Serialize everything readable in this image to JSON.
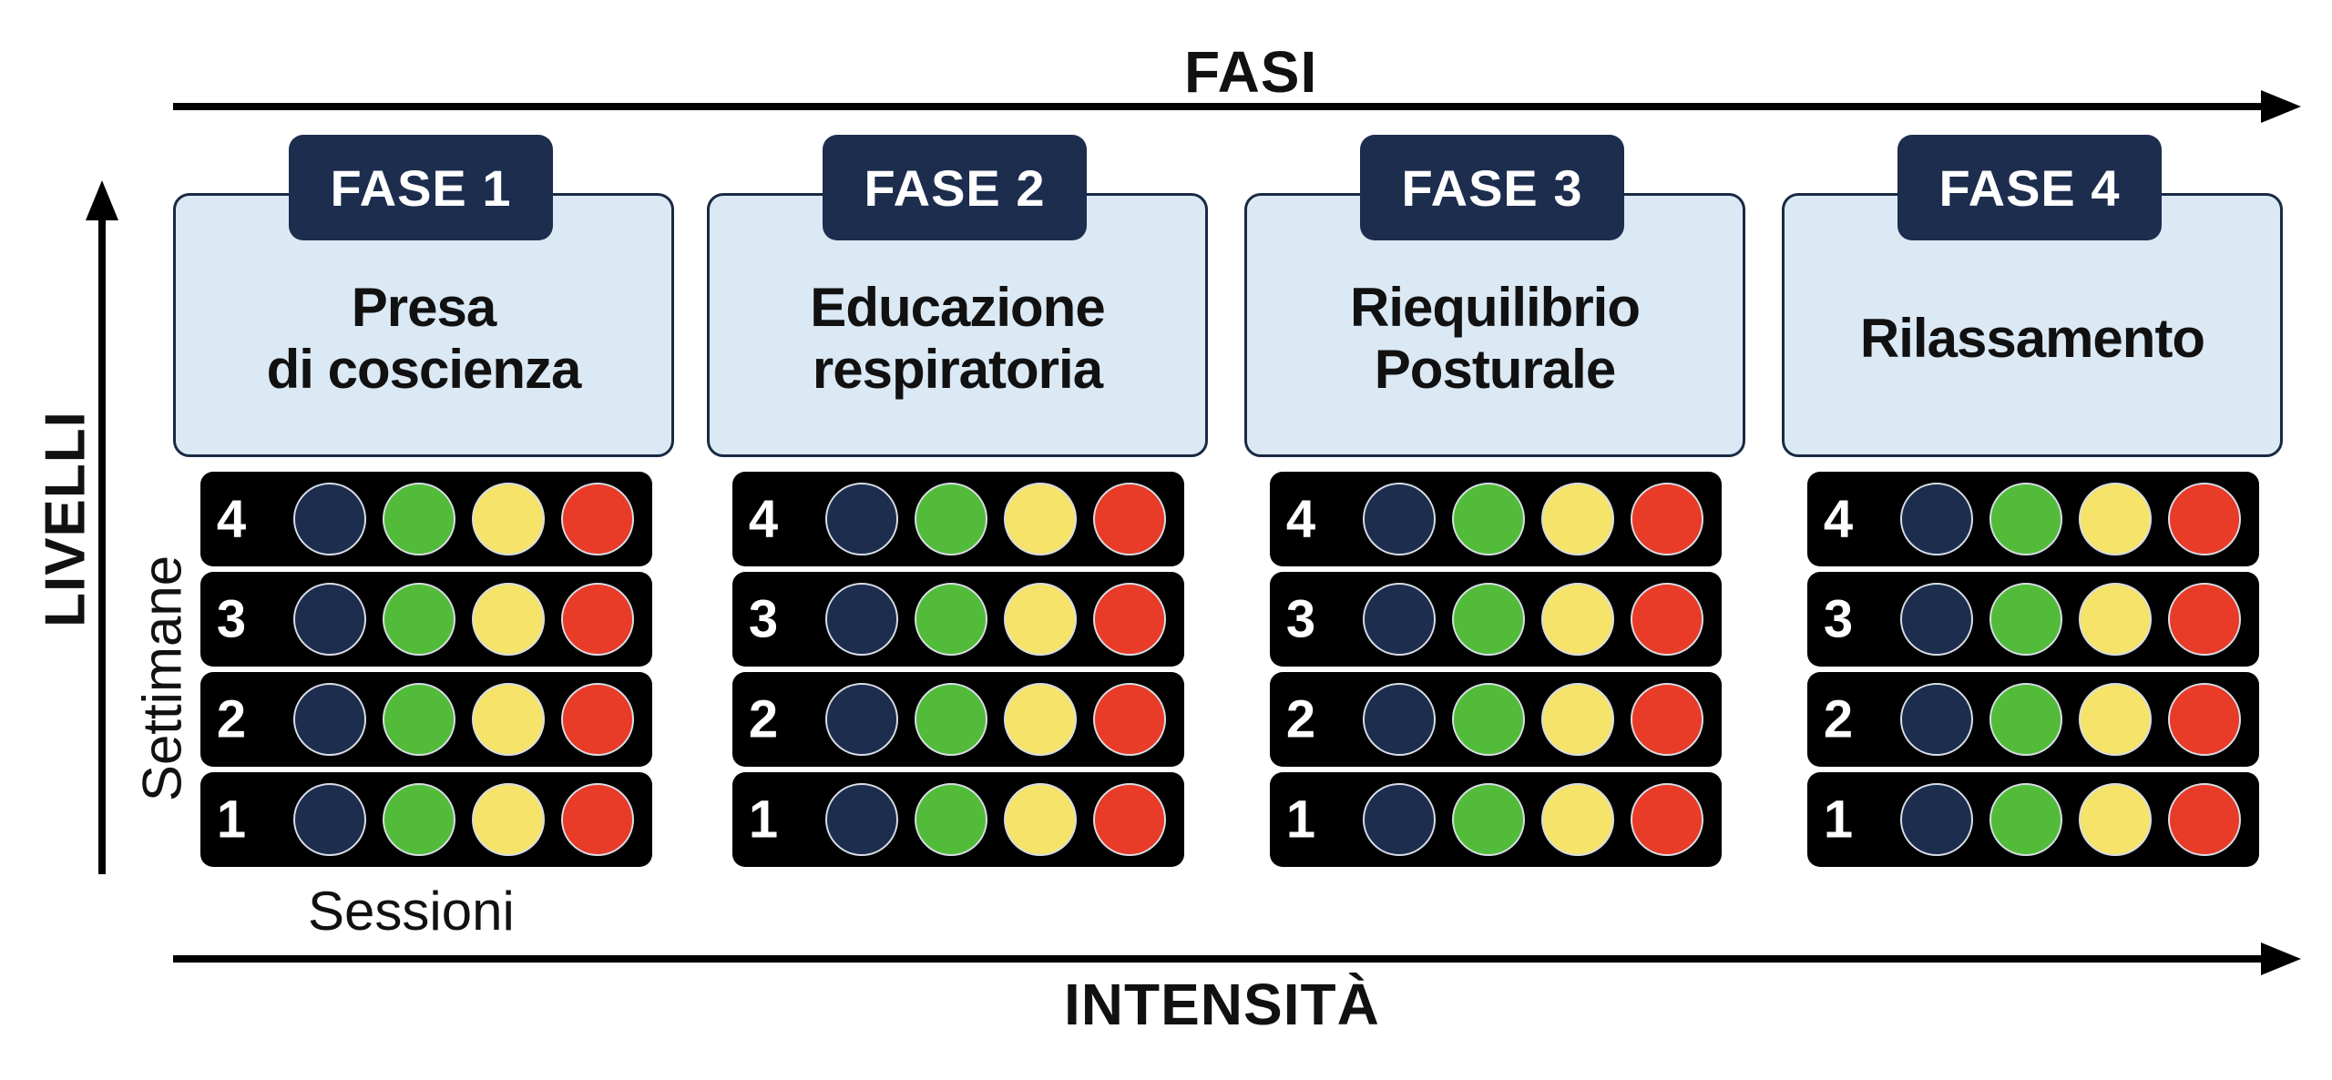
{
  "axes": {
    "top": "FASI",
    "bottom": "INTENSITÀ",
    "left": "LIVELLI",
    "rows_label": "Settimane",
    "cols_label": "Sessioni"
  },
  "colors": {
    "tab_bg": "#1d2d4e",
    "box_bg": "#dbe9f5",
    "row_bg": "#000000",
    "dots": [
      "#1d2d4e",
      "#52bc3a",
      "#f5e36a",
      "#e83b28"
    ]
  },
  "phases": [
    {
      "tab": "FASE 1",
      "name": "Presa\ndi coscienza"
    },
    {
      "tab": "FASE 2",
      "name": "Educazione\nrespiratoria"
    },
    {
      "tab": "FASE 3",
      "name": "Riequilibrio\nPosturale"
    },
    {
      "tab": "FASE 4",
      "name": "Rilassamento"
    }
  ],
  "levels": [
    "4",
    "3",
    "2",
    "1"
  ],
  "dot_icons": [
    "navy-circle-icon",
    "green-circle-icon",
    "yellow-circle-icon",
    "red-circle-icon"
  ]
}
